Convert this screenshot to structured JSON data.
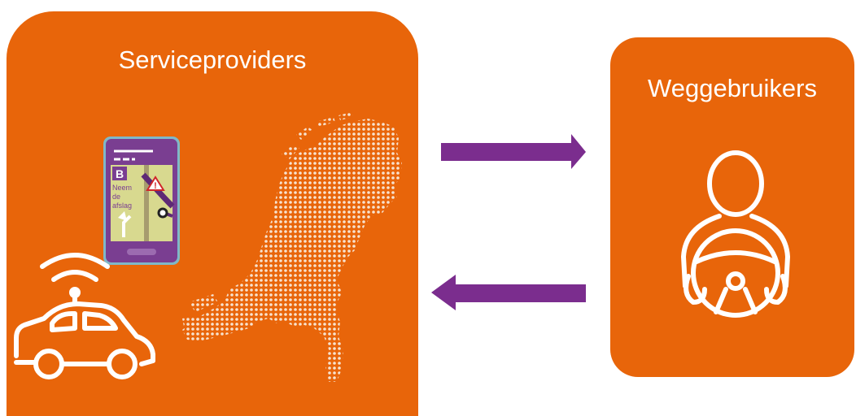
{
  "diagram": {
    "left_box": {
      "title": "Serviceproviders"
    },
    "right_box": {
      "title": "Weggebruikers"
    },
    "phone": {
      "badge": "B",
      "instruction_lines": [
        "Neem",
        "de",
        "afslag"
      ],
      "warning_symbol": "!"
    },
    "arrows": [
      {
        "from": "Serviceproviders",
        "to": "Weggebruikers",
        "direction": "right"
      },
      {
        "from": "Weggebruikers",
        "to": "Serviceproviders",
        "direction": "left"
      }
    ],
    "icons": [
      "connected-car-icon",
      "smartphone-navigation-icon",
      "netherlands-map",
      "driver-steering-wheel-icon"
    ]
  },
  "colors": {
    "box": "#E8650A",
    "arrow": "#7B2D8E",
    "phone_frame": "#7A3E91",
    "phone_screen": "#D8D98F",
    "icon_stroke": "#FFFFFF",
    "map_dots": "#F7E3D0"
  }
}
